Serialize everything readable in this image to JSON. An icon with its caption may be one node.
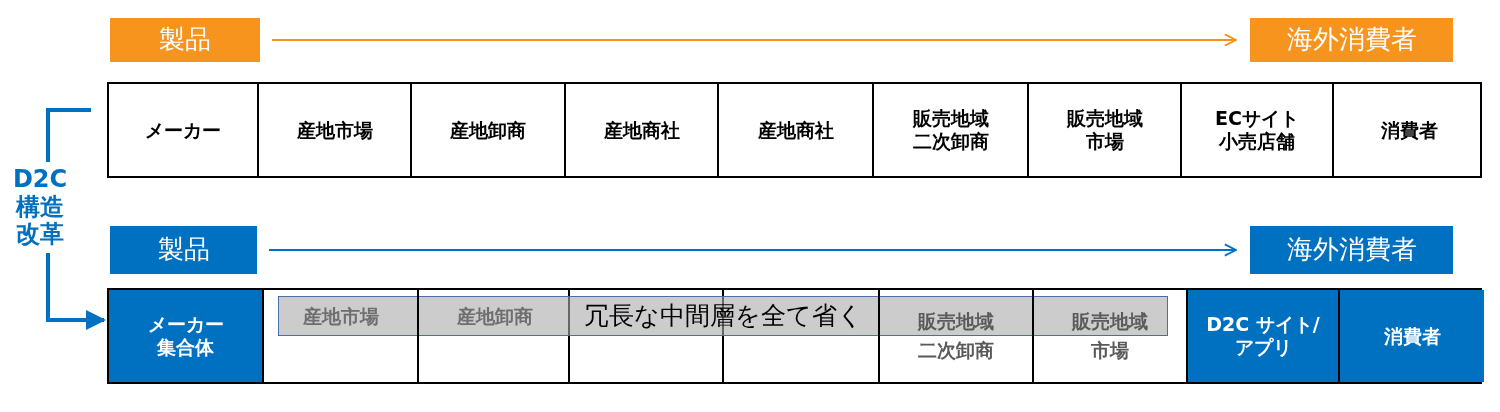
{
  "diagram": {
    "nodes": [
      {
        "text": [
          "製品"
        ]
      },
      {
        "text": [
          "海外消費者"
        ]
      },
      {
        "text": [],
        "shape": "box"
      },
      {
        "text": [
          "メーカー"
        ],
        "in": 2
      },
      {
        "text": [
          "産地市場"
        ],
        "in": 2
      },
      {
        "text": [
          "産地卸商"
        ],
        "in": 2
      },
      {
        "text": [
          "産地商社"
        ],
        "in": 2
      },
      {
        "text": [
          "産地商社"
        ],
        "in": 2
      },
      {
        "text": [
          "販売地域二次卸商"
        ],
        "in": 2
      },
      {
        "text": [
          "販売地域市場"
        ],
        "in": 2
      },
      {
        "text": [
          "ECサイト小売店舗"
        ],
        "in": 2
      },
      {
        "text": [
          "消費者"
        ],
        "in": 2
      },
      {
        "text": [
          "製品"
        ]
      },
      {
        "text": [
          "海外消費者"
        ]
      },
      {
        "text": [],
        "shape": "box"
      },
      {
        "text": [
          "メーカー集合体"
        ],
        "in": 14
      },
      {
        "text": [
          "産地市場"
        ],
        "in": 14
      },
      {
        "text": [
          "産地卸商"
        ],
        "in": 14
      },
      {
        "text": [
          "販売地域二次卸商"
        ],
        "in": 14
      },
      {
        "text": [
          "販売地域市場"
        ],
        "in": 14
      },
      {
        "text": [
          "D2C サイト/アプリ"
        ],
        "in": 14
      },
      {
        "text": [
          "消費者"
        ],
        "in": 14
      },
      {
        "text": [
          "冗長な中間層を全て省く"
        ],
        "in": 14
      }
    ],
    "edges": [
      {
        "from": 0,
        "to": 1,
        "arrow": "to",
        "color": "#f7941d"
      },
      {
        "from": 12,
        "to": 13,
        "arrow": "to"
      },
      {
        "from": 2,
        "to": 14,
        "arrow": "to",
        "label": "D2C構造改革"
      }
    ]
  }
}
